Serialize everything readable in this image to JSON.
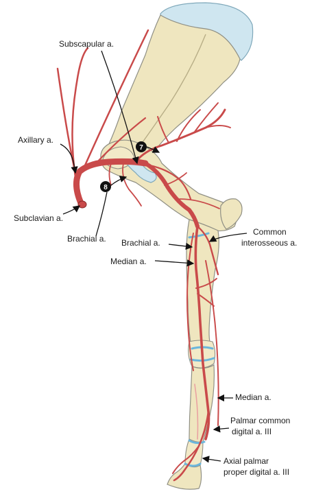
{
  "labels": {
    "subscapular": "Subscapular a.",
    "axillary": "Axillary a.",
    "subclavian": "Subclavian a.",
    "brachial_left": "Brachial a.",
    "brachial_right": "Brachial a.",
    "common_interosseous_line1": "Common",
    "common_interosseous_line2": "interosseous a.",
    "median_upper": "Median a.",
    "median_lower": "Median a.",
    "palmar_common_line1": "Palmar common",
    "palmar_common_line2": "digital a. III",
    "axial_palmar_line1": "Axial palmar",
    "axial_palmar_line2": "proper digital a. III"
  },
  "markers": {
    "seven": "7",
    "eight": "8"
  },
  "colors": {
    "artery": "#c94a4a",
    "bone": "#efe6bf",
    "cartilage": "#cfe6f0",
    "joint": "#6bb6dc",
    "marker": "#111111"
  }
}
